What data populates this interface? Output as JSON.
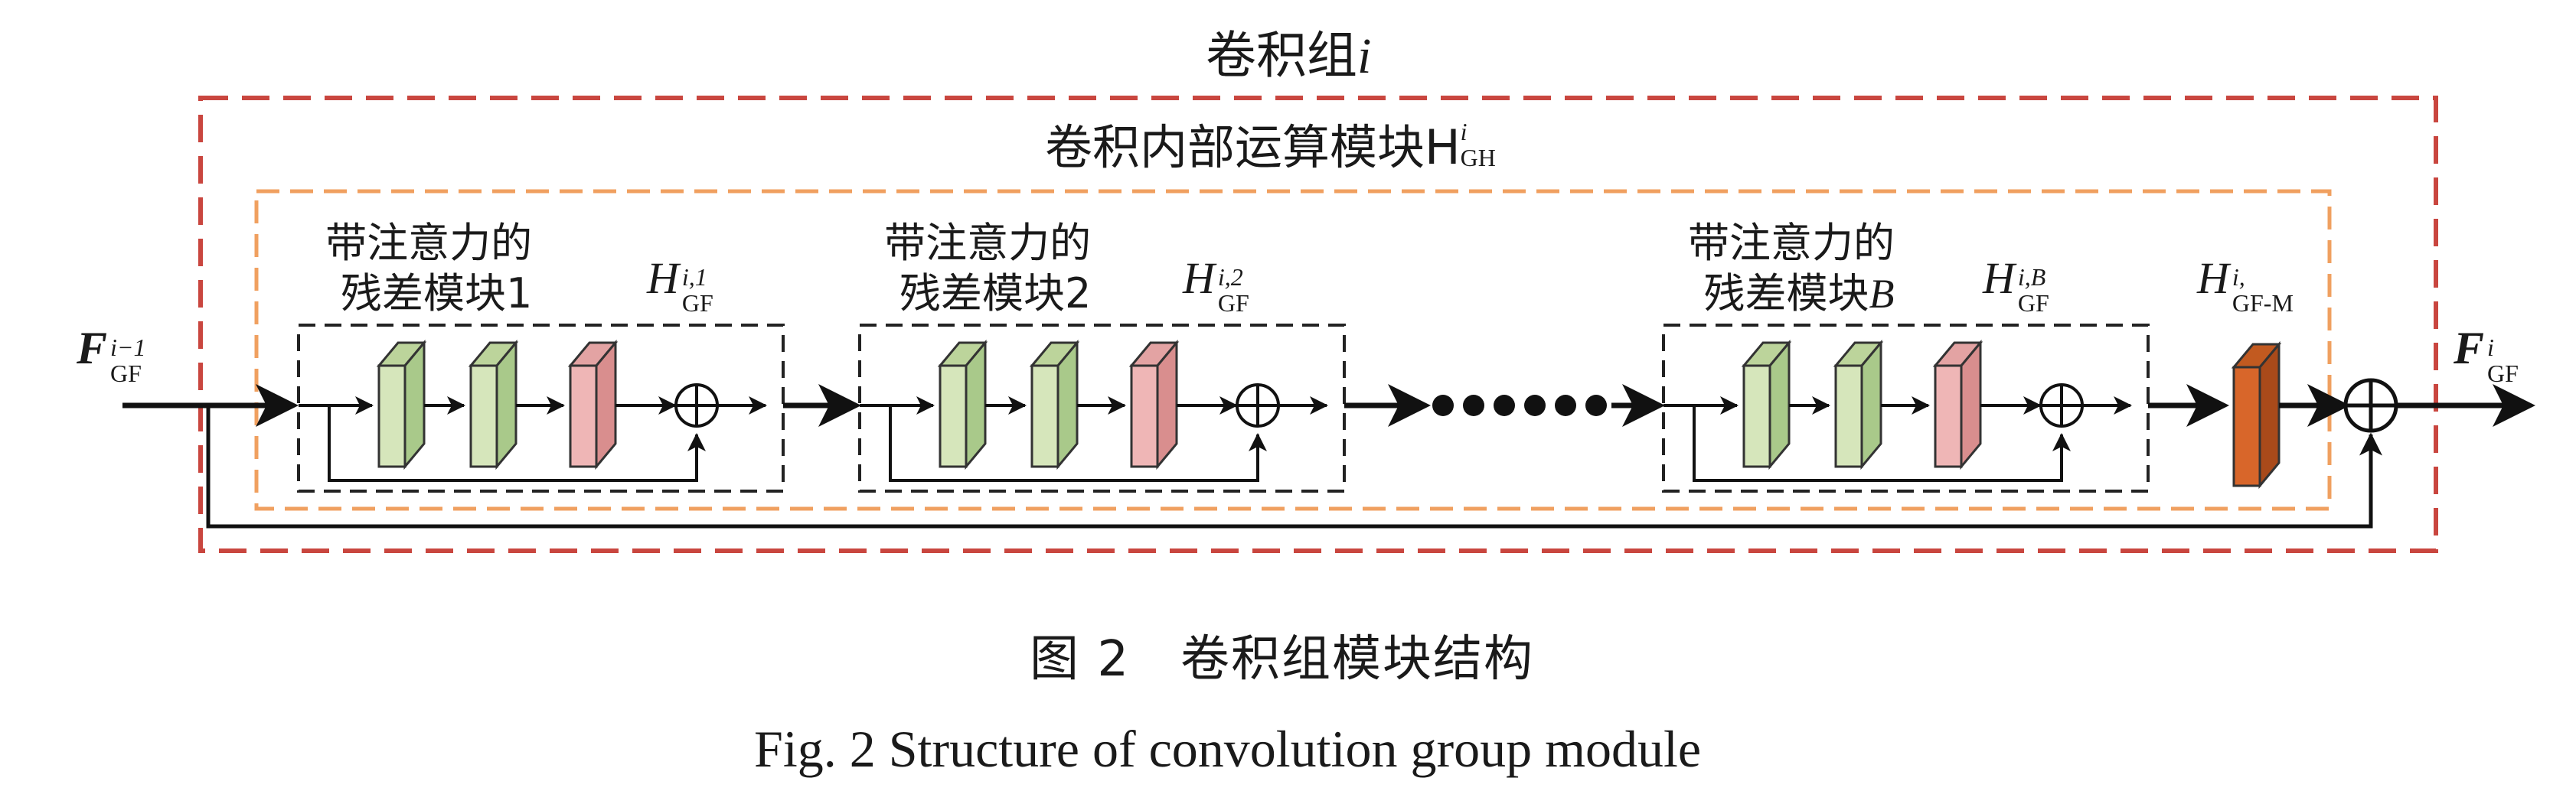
{
  "outer_group": {
    "label_prefix": "卷积组",
    "label_var": "i"
  },
  "inner_module": {
    "label_prefix": "卷积内部运算模块H",
    "label_sup": "i",
    "label_sub": "GH"
  },
  "input": {
    "symbol": "F",
    "sup": "i−1",
    "sub": "GF"
  },
  "output": {
    "symbol": "F",
    "sup": "i",
    "sub": "GF"
  },
  "res_blocks": [
    {
      "title_line1": "带注意力的",
      "title_line2": "残差模块1",
      "h_symbol": "H",
      "h_sup": "i,1",
      "h_sub": "GF"
    },
    {
      "title_line1": "带注意力的",
      "title_line2": "残差模块2",
      "h_symbol": "H",
      "h_sup": "i,2",
      "h_sub": "GF"
    },
    {
      "title_line1": "带注意力的",
      "title_line2": "残差模块",
      "title_var": "B",
      "h_symbol": "H",
      "h_sup": "i,B",
      "h_sub": "GF"
    }
  ],
  "final_conv": {
    "h_symbol": "H",
    "h_sup": "i,",
    "h_sub": "GF-M"
  },
  "caption": {
    "cn": "图 2　卷积组模块结构",
    "en": "Fig. 2  Structure of convolution group module"
  },
  "colors": {
    "outer_dash": "#c9463f",
    "inner_dash": "#f0a060",
    "block_dash": "#222222",
    "conv_green": "#d6e6bb",
    "conv_green_side": "#a9c98a",
    "att_pink": "#efb6b6",
    "att_pink_side": "#d98e8e",
    "final_orange": "#d8662a",
    "final_orange_side": "#a94a1a"
  }
}
